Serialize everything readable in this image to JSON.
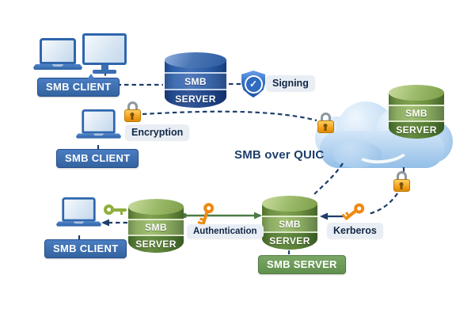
{
  "clients": [
    {
      "label": "SMB CLIENT"
    },
    {
      "label": "SMB CLIENT"
    },
    {
      "label": "SMB CLIENT"
    }
  ],
  "servers": {
    "blue": {
      "lines": [
        "SMB",
        "SERVER"
      ]
    },
    "green_left": {
      "lines": [
        "SMB",
        "SERVER"
      ]
    },
    "green_center": {
      "lines": [
        "SMB",
        "SERVER"
      ]
    },
    "green_cloud": {
      "lines": [
        "SMB",
        "SERVER"
      ]
    },
    "badge_label": "SMB SERVER"
  },
  "labels": {
    "signing": "Signing",
    "encryption": "Encryption",
    "smb_over_quic": "SMB over QUIC",
    "authentication": "Authentication",
    "kerberos": "Kerberos"
  },
  "icons": {
    "shield_check_glyph": "✓",
    "names": [
      "laptop-icon",
      "monitor-icon",
      "database-icon",
      "shield-check-icon",
      "padlock-icon",
      "key-icon",
      "cloud-icon"
    ]
  },
  "colors": {
    "navy": "#1d3e6b",
    "blue-device": "#2f66ae",
    "blue-badge": "#3b70b6",
    "label-bg": "#e9eef5",
    "label-text": "#122744",
    "green-badge": "#6e9e59",
    "green-line": "#4c7b46",
    "lock-amber": "#f5a623",
    "key-orange": "#ee8912",
    "key-green": "#8fae3c",
    "cloud-light": "#d7e9f8",
    "cloud-deep": "#8fbbe4"
  }
}
